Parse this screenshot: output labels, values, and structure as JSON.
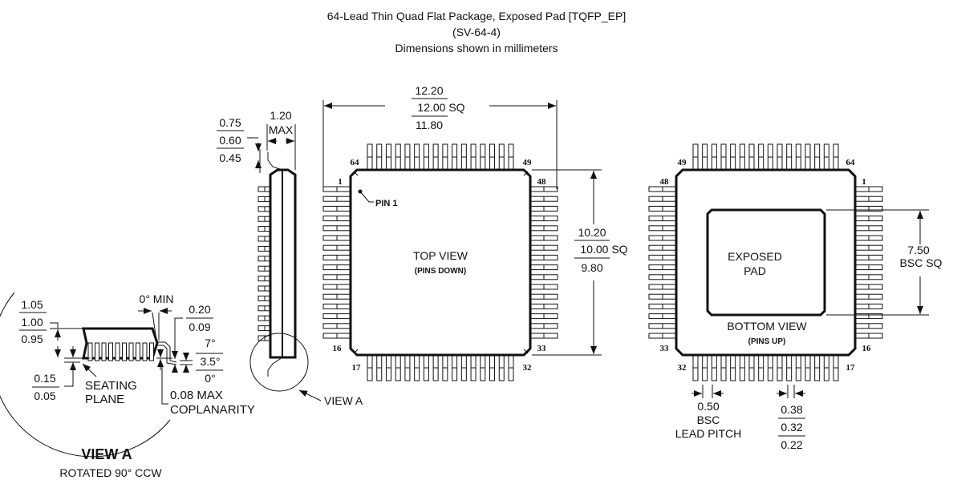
{
  "title": {
    "line1": "64-Lead Thin Quad Flat Package, Exposed Pad [TQFP_EP]",
    "line2": "(SV-64-4)",
    "line3": "Dimensions shown in millimeters"
  },
  "top_view": {
    "label": "TOP VIEW",
    "sublabel": "(PINS DOWN)",
    "pin1_label": "PIN 1",
    "pins": {
      "p64": "64",
      "p49": "49",
      "p1": "1",
      "p48": "48",
      "p16": "16",
      "p33": "33",
      "p17": "17",
      "p32": "32"
    },
    "width_dim": {
      "max": "12.20",
      "nom": "12.00 SQ",
      "min": "11.80"
    },
    "body_dim": {
      "max": "10.20",
      "nom": "10.00 SQ",
      "min": "9.80"
    }
  },
  "side_view": {
    "height_dim": {
      "line1": "1.20",
      "line2": "MAX"
    },
    "foot_dim": {
      "max": "0.75",
      "nom": "0.60",
      "min": "0.45"
    },
    "view_a_label": "VIEW A"
  },
  "bottom_view": {
    "label": "BOTTOM VIEW",
    "sublabel": "(PINS UP)",
    "pad_label1": "EXPOSED",
    "pad_label2": "PAD",
    "pins": {
      "p49": "49",
      "p64": "64",
      "p48": "48",
      "p1": "1",
      "p33": "33",
      "p16": "16",
      "p32": "32",
      "p17": "17"
    },
    "pad_dim": {
      "line1": "7.50",
      "line2": "BSC SQ"
    },
    "pitch_dim": {
      "line1": "0.50",
      "line2": "BSC",
      "line3": "LEAD PITCH"
    },
    "lead_width_dim": {
      "max": "0.38",
      "nom": "0.32",
      "min": "0.22"
    }
  },
  "view_a": {
    "title": "VIEW A",
    "subtitle": "ROTATED 90° CCW",
    "height_dim": {
      "max": "1.05",
      "nom": "1.00",
      "min": "0.95"
    },
    "standoff_dim": {
      "max": "0.15",
      "min": "0.05"
    },
    "seating_plane1": "SEATING",
    "seating_plane2": "PLANE",
    "angle_min": "0° MIN",
    "thickness_dim": {
      "max": "0.20",
      "min": "0.09"
    },
    "angle_dim": {
      "max": "7°",
      "nom": "3.5°",
      "min": "0°"
    },
    "coplanarity1": "0.08 MAX",
    "coplanarity2": "COPLANARITY"
  }
}
